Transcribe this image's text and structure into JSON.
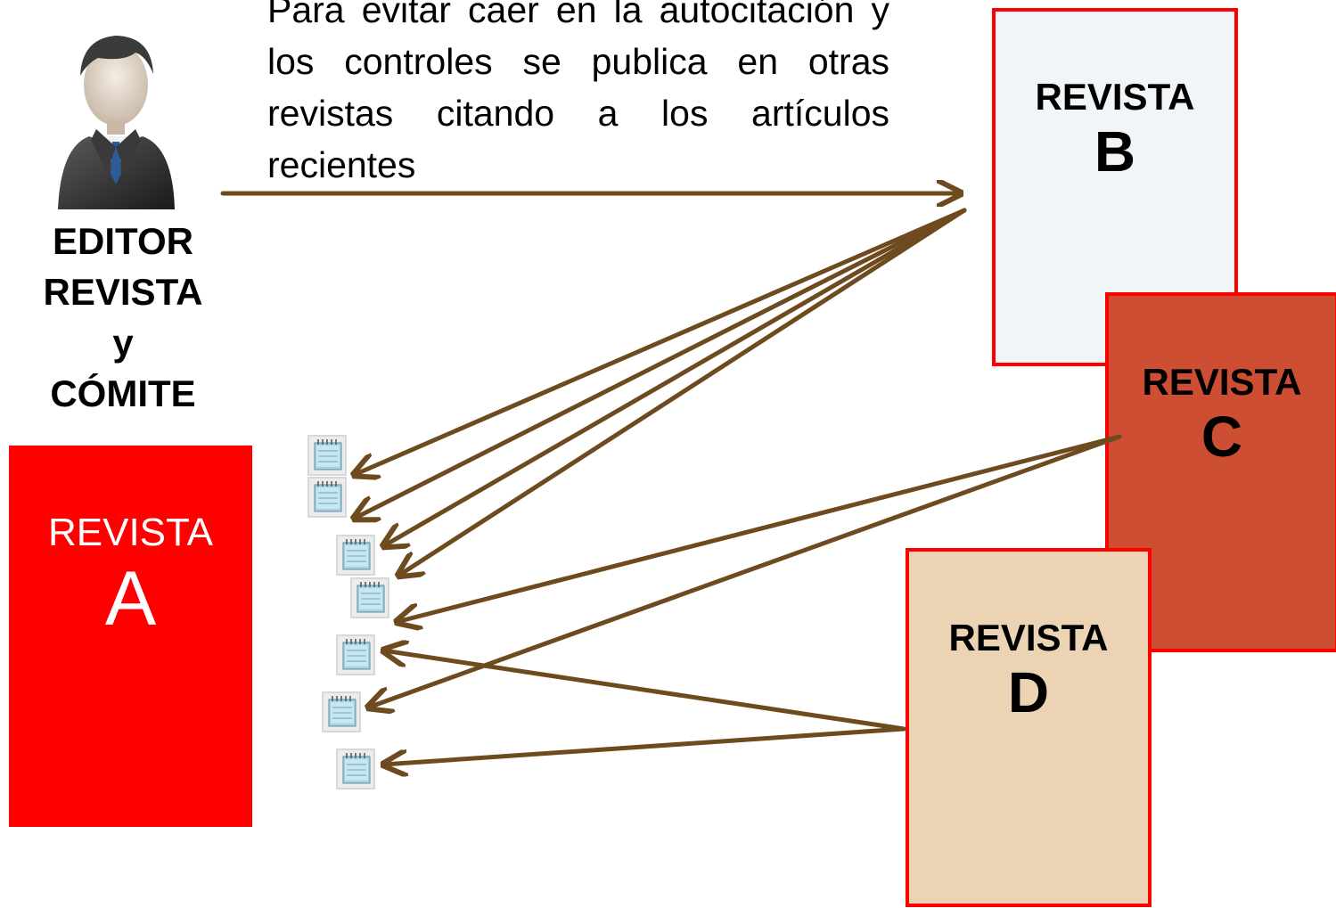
{
  "caption": "Para evitar caer en la autocitación y los controles se publica en otras revistas citando a los artículos recientes",
  "editor": {
    "line1": "EDITOR",
    "line2": "REVISTA",
    "line3": "y",
    "line4": "CÓMITE",
    "icon": "businessman-avatar-icon"
  },
  "journals": {
    "a": {
      "title": "REVISTA",
      "letter": "A",
      "color": "#ff0000"
    },
    "b": {
      "title": "REVISTA",
      "letter": "B",
      "color": "#f2f5f7"
    },
    "c": {
      "title": "REVISTA",
      "letter": "C",
      "color": "#cd4e33"
    },
    "d": {
      "title": "REVISTA",
      "letter": "D",
      "color": "#ecd3b4"
    }
  },
  "article_icon": "notepad-document-icon",
  "colors": {
    "arrow": "#6e4a1f",
    "border": "#ff0000"
  }
}
